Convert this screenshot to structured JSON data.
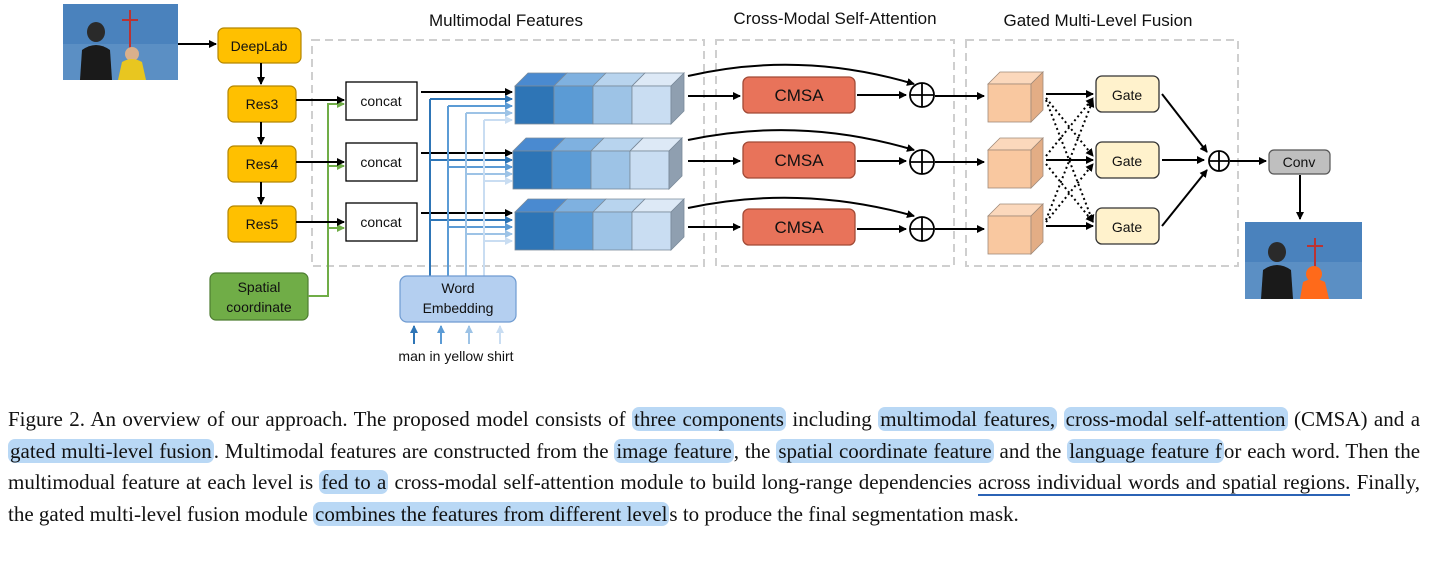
{
  "diagram": {
    "titles": {
      "multimodal": "Multimodal Features",
      "cmsa": "Cross-Modal Self-Attention",
      "fusion": "Gated Multi-Level Fusion"
    },
    "backbone": {
      "deeplab": "DeepLab",
      "res3": "Res3",
      "res4": "Res4",
      "res5": "Res5"
    },
    "spatial": {
      "line1": "Spatial",
      "line2": "coordinate"
    },
    "concat_label": "concat",
    "word_embedding": {
      "line1": "Word",
      "line2": "Embedding"
    },
    "query_text": "man in yellow shirt",
    "cmsa_label": "CMSA",
    "gate_label": "Gate",
    "conv_label": "Conv",
    "colors": {
      "backbone": "#ffc000",
      "spatial": "#70ad47",
      "cmsa": "#e8735a",
      "gate": "#fff2cc",
      "word_embedding": "#b4cff0",
      "fusion_cube": "#f9c8a0",
      "conv": "#bfbfbf",
      "feature_cubes": [
        "#2e75b6",
        "#5b9bd5",
        "#9dc3e6",
        "#c9ddf2"
      ]
    }
  },
  "caption": {
    "s01": "Figure 2. An overview of our approach. The proposed model consists of ",
    "s02": "three components",
    "s03": " including ",
    "s04": "multimodal features,",
    "s05": " ",
    "s06": "cross-modal self-attention",
    "s07": " (CMSA) and a ",
    "s08": "gated multi-level fusion",
    "s09": ". Multimodal features are constructed from the ",
    "s10": "image feature",
    "s11": ", the ",
    "s12": "spatial coordinate feature",
    "s13": " and the ",
    "s14": "language feature f",
    "s15": "or each word. Then the multimodual feature at each level is ",
    "s16": "fed to a",
    "s17": " cross-modal self-attention module to build long-range dependencies ",
    "s18": "across individual words and spatial regions.",
    "s19": " Finally, the gated multi-level fusion module ",
    "s20": "combines the features from different level",
    "s21": "s to produce the final segmentation mask."
  }
}
